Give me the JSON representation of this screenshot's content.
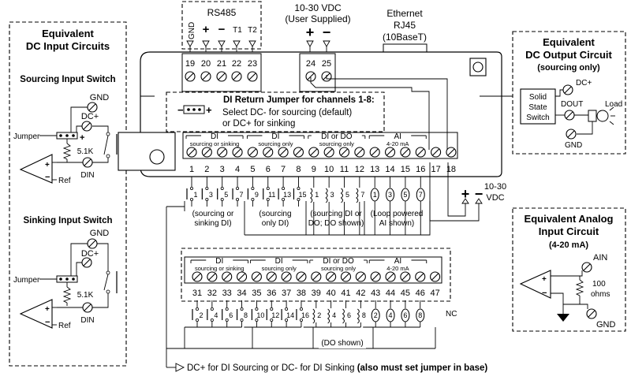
{
  "top": {
    "rs485": "RS485",
    "rs485_pins": [
      "GND",
      "+",
      "−",
      "T1",
      "T2"
    ],
    "power_title": "10-30 VDC",
    "power_sub": "(User Supplied)",
    "power_plus": "+",
    "power_minus": "−",
    "ethernet": [
      "Ethernet",
      "RJ45",
      "(10BaseT)"
    ],
    "terminals": [
      "19",
      "20",
      "21",
      "22",
      "23",
      "24",
      "25"
    ]
  },
  "left_panel": {
    "title": [
      "Equivalent",
      "DC Input Circuits"
    ],
    "sourcing": {
      "title": "Sourcing Input Switch",
      "gnd": "GND",
      "dcplus": "DC+",
      "jumper": "Jumper",
      "res": "5.1K",
      "din": "DIN",
      "plus": "+",
      "minus": "−",
      "ref": "Ref"
    },
    "sinking": {
      "title": "Sinking Input Switch",
      "gnd": "GND",
      "dcplus": "DC+",
      "jumper": "Jumper",
      "res": "5.1K",
      "din": "DIN",
      "plus": "+",
      "minus": "−",
      "ref": "Ref"
    }
  },
  "jumper_box": {
    "title": "DI Return Jumper for channels 1-8:",
    "minus": "−",
    "plus": "+",
    "line1": "Select DC- for sourcing (default)",
    "line2": "or DC+ for sinking"
  },
  "base": {
    "groups": [
      {
        "name": "DI",
        "sub": "sourcing or sinking"
      },
      {
        "name": "DI",
        "sub": "sourcing only"
      },
      {
        "name": "DI or DO",
        "sub": "sourcing only"
      },
      {
        "name": "AI",
        "sub": "4-20 mA"
      }
    ],
    "terminals": [
      "1",
      "2",
      "3",
      "4",
      "5",
      "6",
      "7",
      "8",
      "9",
      "10",
      "11",
      "12",
      "13",
      "14",
      "15",
      "16",
      "17",
      "18"
    ],
    "channels": [
      "1",
      "3",
      "5",
      "7",
      "9",
      "11",
      "13",
      "15",
      "1",
      "3",
      "5",
      "7",
      "1",
      "3",
      "5",
      "7"
    ],
    "notes": [
      [
        "(sourcing or",
        "sinking DI)"
      ],
      [
        "(sourcing",
        "only DI)"
      ],
      [
        "(sourcing DI or",
        "DO; DO shown)"
      ],
      [
        "(Loop powered",
        "AI shown)"
      ]
    ],
    "power_title": [
      "10-30",
      "VDC"
    ],
    "power_plus": "+",
    "power_minus": "−"
  },
  "right_top": {
    "title": [
      "Equivalent",
      "DC Output Circuit"
    ],
    "subtitle": "(sourcing only)",
    "dcplus": "DC+",
    "dout": "DOUT",
    "gnd": "GND",
    "load": "Load",
    "switch": [
      "Solid",
      "State",
      "Switch"
    ]
  },
  "right_bottom": {
    "title": [
      "Equivalent Analog",
      "Input Circuit"
    ],
    "subtitle": "(4-20 mA)",
    "ain": "AIN",
    "res": [
      "100",
      "ohms"
    ],
    "gnd": "GND",
    "plus": "+",
    "minus": "−"
  },
  "expansion": {
    "groups": [
      {
        "name": "DI",
        "sub": "sourcing or sinking"
      },
      {
        "name": "DI",
        "sub": "sourcing only"
      },
      {
        "name": "DI or DO",
        "sub": "sourcing only"
      },
      {
        "name": "AI",
        "sub": "4-20 mA"
      }
    ],
    "terminals": [
      "31",
      "32",
      "33",
      "34",
      "35",
      "36",
      "37",
      "38",
      "39",
      "40",
      "41",
      "42",
      "43",
      "44",
      "45",
      "46",
      "47"
    ],
    "channels": [
      "2",
      "4",
      "6",
      "8",
      "10",
      "12",
      "14",
      "16",
      "2",
      "4",
      "6",
      "8",
      "2",
      "4",
      "6",
      "8"
    ],
    "nc": "NC",
    "do_shown": "(DO shown)"
  },
  "bottom_note": {
    "text": "DC+ for DI Sourcing or DC- for DI Sinking ",
    "bold": "(also must set jumper in base)"
  }
}
